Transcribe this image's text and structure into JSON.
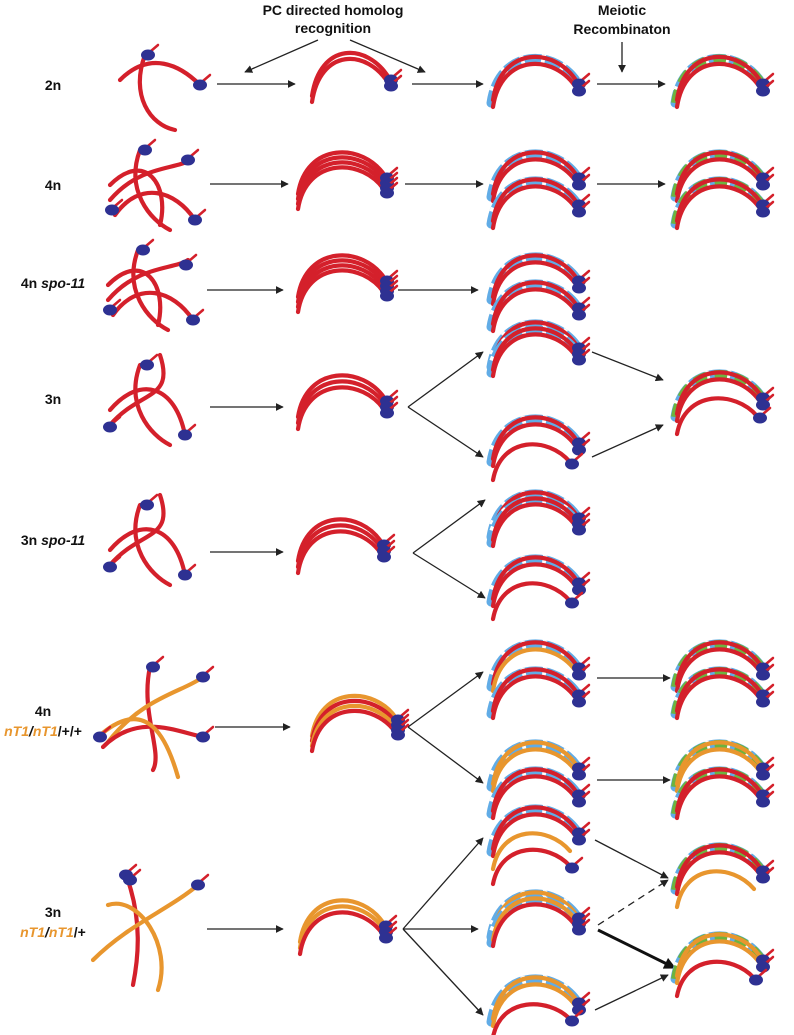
{
  "headers": {
    "pc_recognition_line1": "PC directed homolog",
    "pc_recognition_line2": "recognition",
    "meiotic_line1": "Meiotic",
    "meiotic_line2": "Recombinaton"
  },
  "rows": [
    {
      "label": "2n"
    },
    {
      "label": "4n"
    },
    {
      "label": "4n",
      "gene": "spo-11"
    },
    {
      "label": "3n"
    },
    {
      "label": "3n",
      "gene": "spo-11"
    },
    {
      "label": "4n",
      "genotype": [
        {
          "t": "nT1",
          "c": "orange"
        },
        {
          "t": "/",
          "c": "black"
        },
        {
          "t": "nT1",
          "c": "orange"
        },
        {
          "t": "/+/+",
          "c": "black"
        }
      ]
    },
    {
      "label": "3n",
      "genotype": [
        {
          "t": "nT1",
          "c": "orange"
        },
        {
          "t": "/",
          "c": "black"
        },
        {
          "t": "nT1",
          "c": "orange"
        },
        {
          "t": "/+",
          "c": "black"
        }
      ]
    }
  ],
  "colors": {
    "wild_type_chromosome": "#d4202b",
    "nT1_chromosome": "#e8962e",
    "pairing_center": "#2e3192",
    "synaptonemal_complex": "#61ace6",
    "crossover": "#6db33f",
    "genotype_text": "#e8962e"
  }
}
